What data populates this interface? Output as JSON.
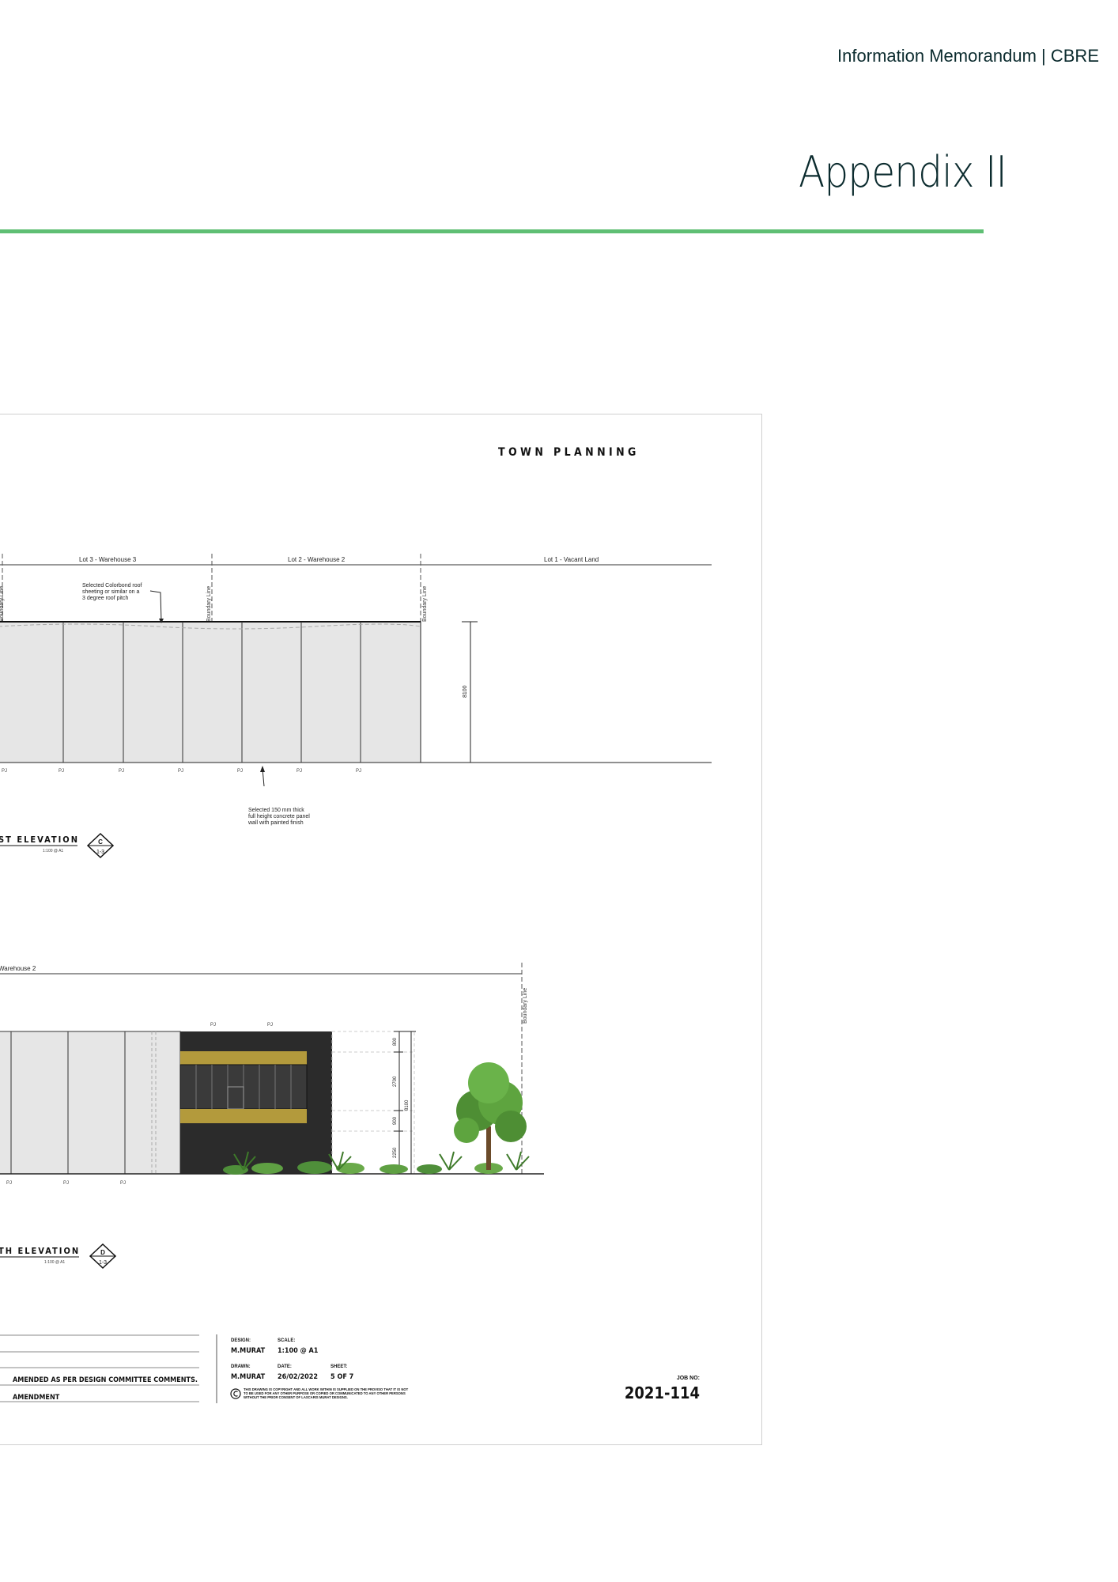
{
  "header": {
    "label": "Information Memorandum | CBRE"
  },
  "page_title": "Appendix II",
  "drawing": {
    "stamp": "T O W N   P L A N N I N G",
    "upper": {
      "lot3": "Lot 3 - Warehouse 3",
      "lot2": "Lot 2 - Warehouse 2",
      "lot1": "Lot 1 - Vacant Land",
      "boundary": "Boundary Line",
      "roof_note": [
        "Selected Colorbond roof",
        "sheeting or similar on a",
        "3 degree roof pitch"
      ],
      "wall_note": [
        "Selected 150 mm thick",
        "full height concrete panel",
        "wall with painted finish"
      ],
      "dim": "8100",
      "pj": "PJ",
      "elevation": "ST ELEVATION",
      "elevation_scale": "1:100 @ A1",
      "badge_top": "C",
      "badge_bottom": "1-3"
    },
    "lower": {
      "lot": "Warehouse 2",
      "boundary": "Boundary Line",
      "dims": [
        "800",
        "2700",
        "900",
        "2250",
        "8100"
      ],
      "pj": "PJ",
      "elevation": "TH ELEVATION",
      "elevation_scale": "1:100 @ A1",
      "badge_top": "D",
      "badge_bottom": "1-3"
    },
    "title_block": {
      "amend_1": "AMENDED AS PER DESIGN COMMITTEE COMMENTS.",
      "amend_2": "AMENDMENT",
      "design_label": "DESIGN:",
      "design_value": "M.MURAT",
      "scale_label": "SCALE:",
      "scale_value": "1:100 @ A1",
      "drawn_label": "DRAWN:",
      "drawn_value": "M.MURAT",
      "date_label": "DATE:",
      "date_value": "26/02/2022",
      "sheet_label": "SHEET:",
      "sheet_value": "5 OF 7",
      "copyright_1": "THIS DRAWING IS COPYRIGHT AND ALL WORK WITHIN IS SUPPLIED ON THE PROVISO THAT IT IS NOT",
      "copyright_2": "TO BE USED FOR ANY OTHER PURPOSE OR COPIED OR COMMUNICATED TO ANY OTHER PERSONS",
      "copyright_3": "WITHOUT THE PRIOR CONSENT OF LASCARIS MURAT DESIGNS.",
      "job_label": "JOB NO:",
      "job_value": "2021-114"
    }
  }
}
